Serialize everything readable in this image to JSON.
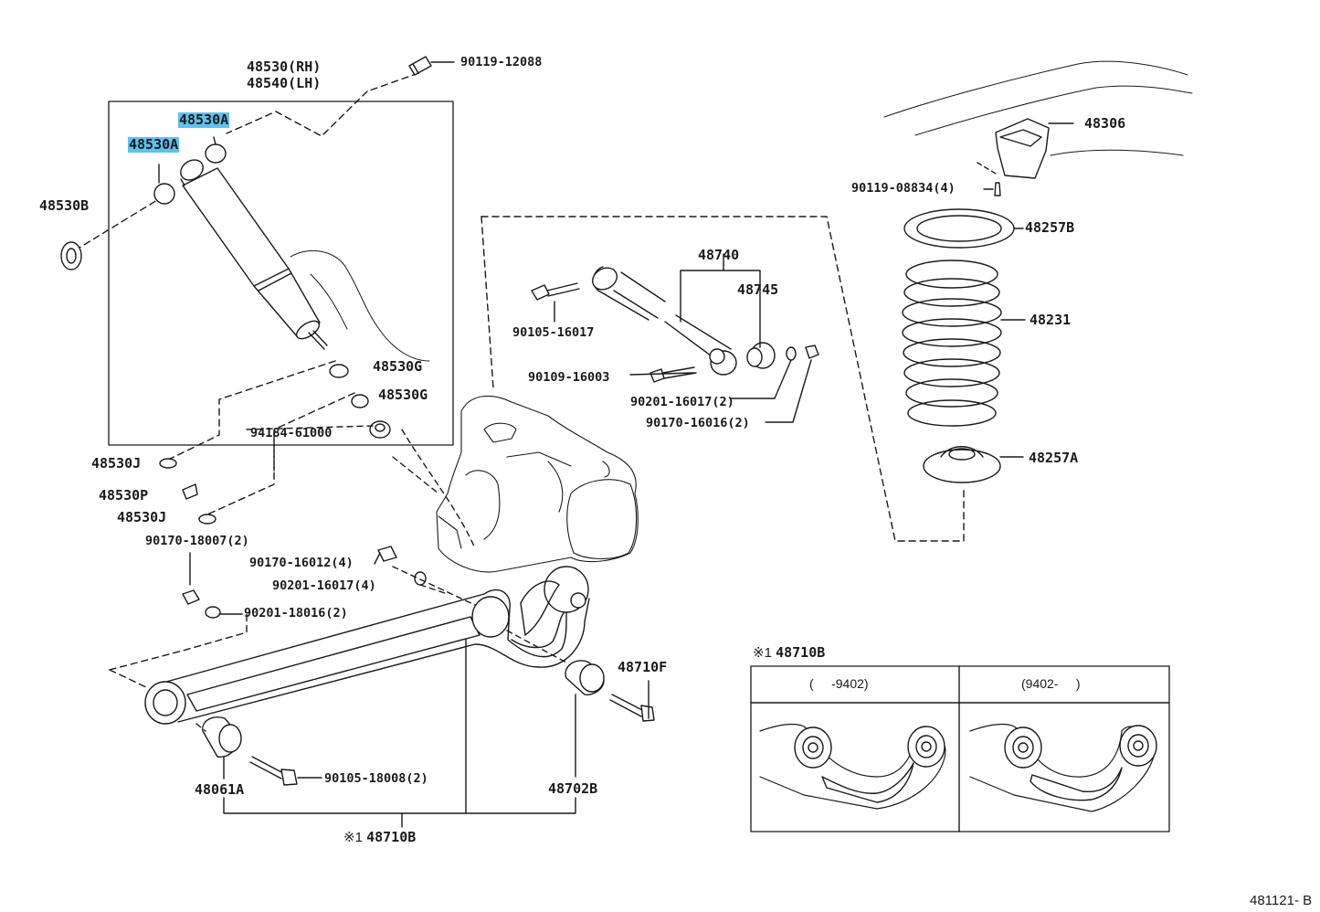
{
  "diagram_code": "481121- B",
  "labels": {
    "p48530_rh": "48530(RH)",
    "p48540_lh": "48540(LH)",
    "p48530a_1": "48530A",
    "p48530a_2": "48530A",
    "p48530b": "48530B",
    "p48530g_1": "48530G",
    "p48530g_2": "48530G",
    "p94184": "94184-61000",
    "p48530j_1": "48530J",
    "p48530p": "48530P",
    "p48530j_2": "48530J",
    "p90119_12088": "90119-12088",
    "p48306": "48306",
    "p90119_08834": "90119-08834(4)",
    "p48257b": "48257B",
    "p48231": "48231",
    "p48257a": "48257A",
    "p48740": "48740",
    "p48745": "48745",
    "p90105_16017": "90105-16017",
    "p90109_16003": "90109-16003",
    "p90201_16017_2": "90201-16017(2)",
    "p90170_16016_2": "90170-16016(2)",
    "p90170_18007": "90170-18007(2)",
    "p90170_16012": "90170-16012(4)",
    "p90201_16017_4": "90201-16017(4)",
    "p90201_18016": "90201-18016(2)",
    "p48710f": "48710F",
    "p48061a": "48061A",
    "p90105_18008": "90105-18008(2)",
    "p48702b": "48702B",
    "p48710b_bottom": "48710B",
    "p48710b_inset": "48710B"
  },
  "inset": {
    "col1_header": "(     -9402)",
    "col2_header": "(9402-     )"
  },
  "highlight_color": "#5ec2ee"
}
